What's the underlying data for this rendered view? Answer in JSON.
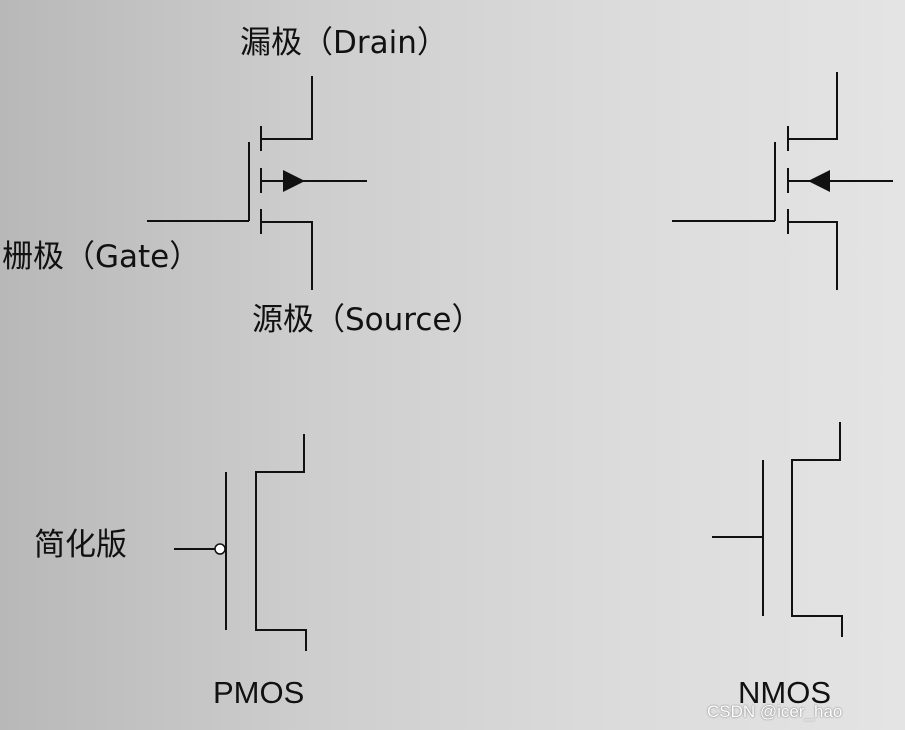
{
  "labels": {
    "drain": "漏极（Drain）",
    "gate": "栅极（Gate）",
    "source": "源极（Source）",
    "simplified": "简化版",
    "pmos": "PMOS",
    "nmos": "NMOS"
  },
  "watermark": "CSDN @icer_hao",
  "colors": {
    "stroke": "#111111"
  }
}
